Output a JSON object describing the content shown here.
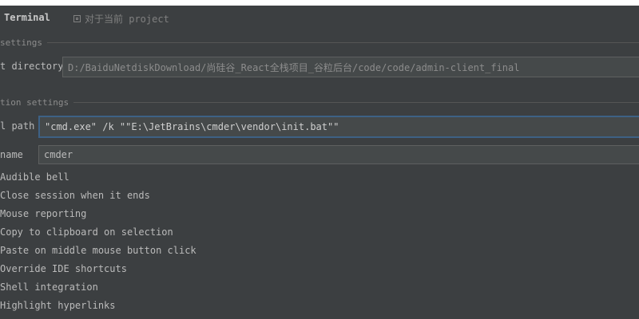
{
  "header": {
    "title": "Terminal",
    "scope_label": "对于当前 project"
  },
  "project_settings": {
    "section_label": "settings",
    "start_directory_label": "t directory",
    "start_directory_value": "D:/BaiduNetdiskDownload/尚硅谷_React全栈项目_谷粒后台/code/code/admin-client_final"
  },
  "application_settings": {
    "section_label": "tion settings",
    "shell_path_label": "l path",
    "shell_path_value": "\"cmd.exe\" /k \"\"E:\\JetBrains\\cmder\\vendor\\init.bat\"\"",
    "tab_name_label": "name",
    "tab_name_value": "cmder",
    "options": [
      "Audible bell",
      "Close session when it ends",
      "Mouse reporting",
      "Copy to clipboard on selection",
      "Paste on middle mouse button click",
      "Override IDE shortcuts",
      "Shell integration",
      "Highlight hyperlinks"
    ]
  }
}
